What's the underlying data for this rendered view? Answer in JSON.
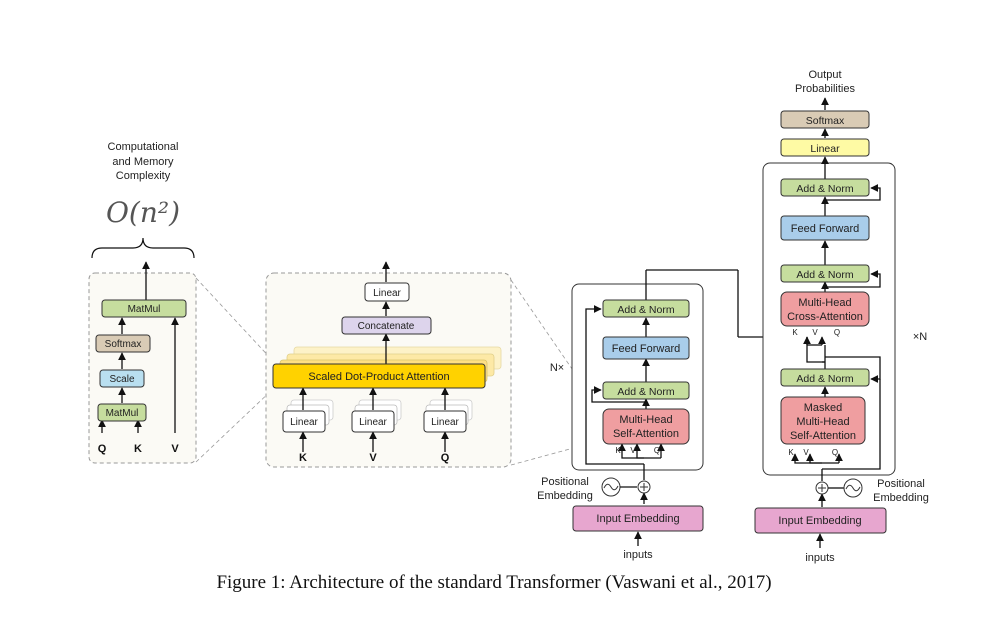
{
  "complexity": {
    "label_line1": "Computational",
    "label_line2": "and Memory",
    "label_line3": "Complexity",
    "formula": "O(n²)"
  },
  "attention_core": {
    "matmul_top": "MatMul",
    "softmax": "Softmax",
    "scale": "Scale",
    "matmul_bottom": "MatMul",
    "q": "Q",
    "k": "K",
    "v": "V"
  },
  "multihead": {
    "linear_out": "Linear",
    "concatenate": "Concatenate",
    "sdpa": "Scaled Dot-Product Attention",
    "linear_k": "Linear",
    "linear_v": "Linear",
    "linear_q": "Linear",
    "k": "K",
    "v": "V",
    "q": "Q"
  },
  "encoder": {
    "repeat": "N×",
    "add_norm_top": "Add & Norm",
    "feed_forward": "Feed Forward",
    "add_norm_bottom": "Add & Norm",
    "mhsa_line1": "Multi-Head",
    "mhsa_line2": "Self-Attention",
    "k": "K",
    "v": "V",
    "q": "Q",
    "pos_line1": "Positional",
    "pos_line2": "Embedding",
    "plus": "+",
    "input_embedding": "Input Embedding",
    "inputs": "inputs"
  },
  "decoder": {
    "output_line1": "Output",
    "output_line2": "Probabilities",
    "softmax": "Softmax",
    "linear": "Linear",
    "add_norm_3": "Add & Norm",
    "feed_forward": "Feed Forward",
    "add_norm_2": "Add & Norm",
    "cross_line1": "Multi-Head",
    "cross_line2": "Cross-Attention",
    "add_norm_1": "Add & Norm",
    "masked_line1": "Masked",
    "masked_line2": "Multi-Head",
    "masked_line3": "Self-Attention",
    "repeat": "×N",
    "k": "K",
    "v": "V",
    "q": "Q",
    "pos_line1": "Positional",
    "pos_line2": "Embedding",
    "plus": "+",
    "input_embedding": "Input Embedding",
    "inputs": "inputs"
  },
  "colors": {
    "green": "#c6dd9e",
    "beige": "#d9cbb5",
    "light_blue": "#b9dff0",
    "blue_ff": "#a9cdea",
    "pink": "#ef9ea0",
    "magenta": "#e7a6cf",
    "yellow": "#ffd200",
    "light_yellow": "#fefaa4",
    "lavender": "#ddd4ec"
  },
  "caption": "Figure 1: Architecture of the standard Transformer (Vaswani et al., 2017)"
}
